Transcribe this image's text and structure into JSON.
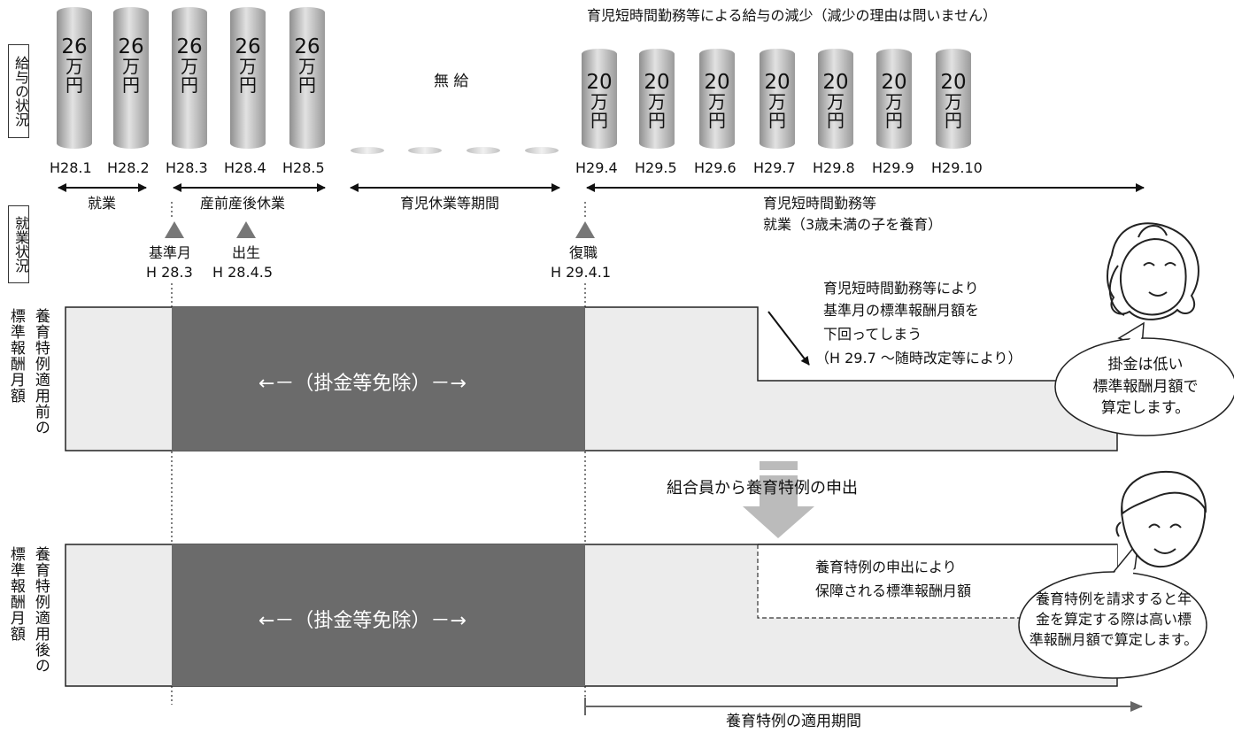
{
  "top_note": "育児短時間勤務等による給与の減少（減少の理由は問いません）",
  "row_labels": {
    "salary": "給与の状況",
    "work": "就業状況",
    "before": [
      "標準報酬月額",
      "養育特例適用前の"
    ],
    "after": [
      "標準報酬月額",
      "養育特例適用後の"
    ]
  },
  "salary_high": {
    "num": "26",
    "man": "万",
    "yen": "円"
  },
  "salary_low": {
    "num": "20",
    "man": "万",
    "yen": "円"
  },
  "unpaid_label": "無 給",
  "months_before": [
    "H28.1",
    "H28.2",
    "H28.3",
    "H28.4",
    "H28.5"
  ],
  "months_after": [
    "H29.4",
    "H29.5",
    "H29.6",
    "H29.7",
    "H29.8",
    "H29.9",
    "H29.10"
  ],
  "periods": {
    "work": "就業",
    "maternity": "産前産後休業",
    "childcare_leave": "育児休業等期間",
    "short_time_1": "育児短時間勤務等",
    "short_time_2": "就業（3歳未満の子を養育）"
  },
  "markers": {
    "base_month": "基準月",
    "base_date": "H 28.3",
    "birth": "出生",
    "birth_date": "H 28.4.5",
    "return": "復職",
    "return_date": "H 29.4.1"
  },
  "exempt_label": "←－（掛金等免除）－→",
  "before_note": [
    "育児短時間勤務等により",
    "基準月の標準報酬月額を",
    "下回ってしまう",
    "（H 29.7 ～随時改定等により）"
  ],
  "before_bubble": [
    "掛金は低い",
    "標準報酬月額で",
    "算定します。"
  ],
  "application": "組合員から養育特例の申出",
  "after_note": [
    "養育特例の申出により",
    "保障される標準報酬月額"
  ],
  "after_bubble": [
    "養育特例を請求すると年",
    "金を算定する際は高い標",
    "準報酬月額で算定します。"
  ],
  "applicable_period": "養育特例の適用期間",
  "colors": {
    "exempt_fill": "#6b6b6b",
    "base_fill": "#ececec",
    "column": "#bdbdbd",
    "arrow_gray": "#bbbbbb"
  }
}
